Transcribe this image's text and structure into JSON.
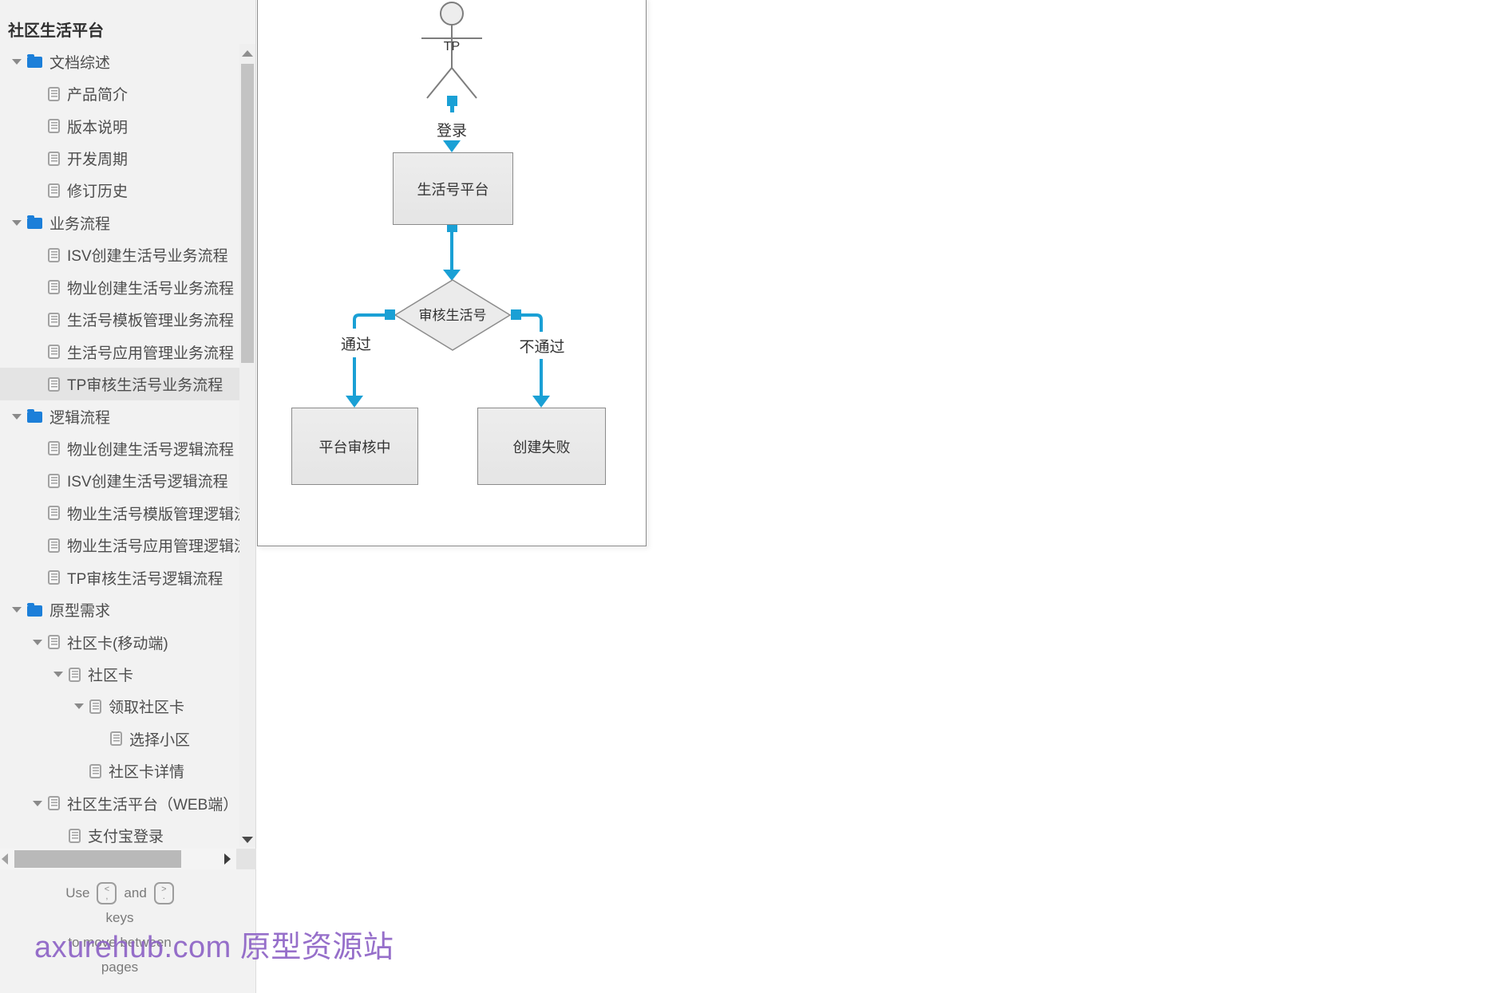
{
  "app": {
    "name": "社区生活平台"
  },
  "sidebar": {
    "title": "社区生活平台",
    "tree": [
      {
        "label": "文档综述",
        "icon": "folder",
        "expand": true,
        "level": 0,
        "selected": false
      },
      {
        "label": "产品简介",
        "icon": "page",
        "expand": false,
        "level": 1,
        "selected": false
      },
      {
        "label": "版本说明",
        "icon": "page",
        "expand": false,
        "level": 1,
        "selected": false
      },
      {
        "label": "开发周期",
        "icon": "page",
        "expand": false,
        "level": 1,
        "selected": false
      },
      {
        "label": "修订历史",
        "icon": "page",
        "expand": false,
        "level": 1,
        "selected": false
      },
      {
        "label": "业务流程",
        "icon": "folder",
        "expand": true,
        "level": 0,
        "selected": false
      },
      {
        "label": "ISV创建生活号业务流程",
        "icon": "page",
        "expand": false,
        "level": 1,
        "selected": false
      },
      {
        "label": "物业创建生活号业务流程",
        "icon": "page",
        "expand": false,
        "level": 1,
        "selected": false
      },
      {
        "label": "生活号模板管理业务流程",
        "icon": "page",
        "expand": false,
        "level": 1,
        "selected": false
      },
      {
        "label": "生活号应用管理业务流程",
        "icon": "page",
        "expand": false,
        "level": 1,
        "selected": false
      },
      {
        "label": "TP审核生活号业务流程",
        "icon": "page",
        "expand": false,
        "level": 1,
        "selected": true
      },
      {
        "label": "逻辑流程",
        "icon": "folder",
        "expand": true,
        "level": 0,
        "selected": false
      },
      {
        "label": "物业创建生活号逻辑流程",
        "icon": "page",
        "expand": false,
        "level": 1,
        "selected": false
      },
      {
        "label": "ISV创建生活号逻辑流程",
        "icon": "page",
        "expand": false,
        "level": 1,
        "selected": false
      },
      {
        "label": "物业生活号模版管理逻辑流程",
        "icon": "page",
        "expand": false,
        "level": 1,
        "selected": false
      },
      {
        "label": "物业生活号应用管理逻辑流程",
        "icon": "page",
        "expand": false,
        "level": 1,
        "selected": false
      },
      {
        "label": "TP审核生活号逻辑流程",
        "icon": "page",
        "expand": false,
        "level": 1,
        "selected": false
      },
      {
        "label": "原型需求",
        "icon": "folder",
        "expand": true,
        "level": 0,
        "selected": false
      },
      {
        "label": "社区卡(移动端)",
        "icon": "page",
        "expand": true,
        "level": 1,
        "selected": false
      },
      {
        "label": "社区卡",
        "icon": "page",
        "expand": true,
        "level": 2,
        "selected": false
      },
      {
        "label": "领取社区卡",
        "icon": "page",
        "expand": true,
        "level": 3,
        "selected": false
      },
      {
        "label": "选择小区",
        "icon": "page",
        "expand": false,
        "level": 4,
        "selected": false
      },
      {
        "label": "社区卡详情",
        "icon": "page",
        "expand": false,
        "level": 3,
        "selected": false
      },
      {
        "label": "社区生活平台（WEB端）",
        "icon": "page",
        "expand": true,
        "level": 1,
        "selected": false
      },
      {
        "label": "支付宝登录",
        "icon": "page",
        "expand": false,
        "level": 2,
        "selected": false
      }
    ],
    "hint": {
      "use": "Use",
      "and": "and",
      "line2": "keys",
      "line3": "to move between",
      "line4": "pages",
      "key_left_top": "<",
      "key_left_bottom": ",",
      "key_right_top": ">",
      "key_right_bottom": "."
    }
  },
  "flowchart": {
    "actor_label": "TP",
    "labels": {
      "login": "登录",
      "pass": "通过",
      "fail": "不通过"
    },
    "nodes": {
      "platform": "生活号平台",
      "review": "审核生活号",
      "reviewing": "平台审核中",
      "failed": "创建失败"
    },
    "colors": {
      "accent": "#1aa0d5",
      "shape_fill": "#ebebeb",
      "shape_border": "#8b8b8b",
      "selection": "#e4e4e4",
      "folder": "#1c7fd9"
    }
  },
  "watermark": {
    "text": "axurehub.com 原型资源站",
    "color": "#8e63c6"
  }
}
